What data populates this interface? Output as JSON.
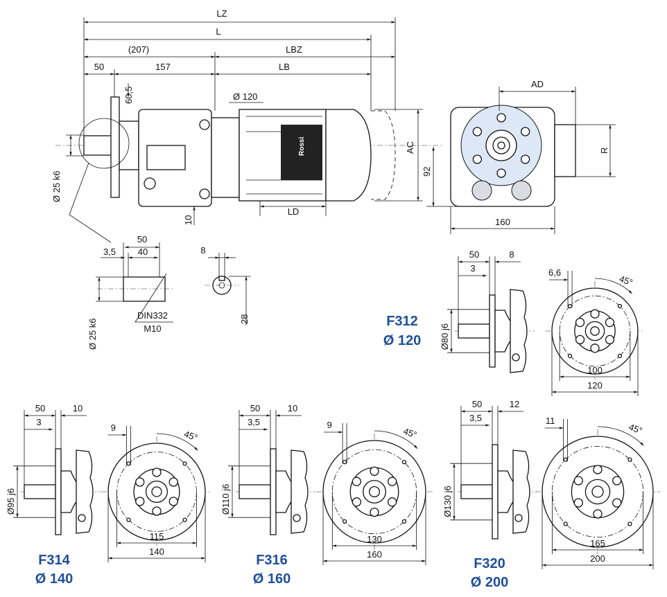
{
  "main_view": {
    "LZ": "LZ",
    "L": "L",
    "dim_207": "(207)",
    "LBZ": "LBZ",
    "dim_50": "50",
    "dim_157": "157",
    "LB": "LB",
    "dim_60_5": "60,5",
    "flange_dia": "Ø 120",
    "AC": "AC",
    "AD": "AD",
    "R": "R",
    "dim_92": "92",
    "shaft_dia": "Ø 25 k6",
    "dim_10": "10",
    "LD": "LD",
    "dim_160": "160",
    "brand": "Rossi"
  },
  "shaft_detail": {
    "dim_50": "50",
    "dim_3_5": "3,5",
    "dim_40": "40",
    "center_hole": "DIN332",
    "thread": "M10",
    "shaft_dia": "Ø 25 k6"
  },
  "key_view": {
    "dim_8": "8",
    "dim_28": "28"
  },
  "flanges": [
    {
      "name": "F312",
      "diameter": "Ø 120",
      "dim_50": "50",
      "thickness": "8",
      "offset": "3",
      "spigot": "Ø80 j6",
      "hole": "6,6",
      "angle": "45°",
      "pcd": "100",
      "outer": "120"
    },
    {
      "name": "F314",
      "diameter": "Ø 140",
      "dim_50": "50",
      "thickness": "10",
      "offset": "3",
      "spigot": "Ø95 j6",
      "hole": "9",
      "angle": "45°",
      "pcd": "115",
      "outer": "140"
    },
    {
      "name": "F316",
      "diameter": "Ø 160",
      "dim_50": "50",
      "thickness": "10",
      "offset": "3,5",
      "spigot": "Ø110 j6",
      "hole": "9",
      "angle": "45°",
      "pcd": "130",
      "outer": "160"
    },
    {
      "name": "F320",
      "diameter": "Ø 200",
      "dim_50": "50",
      "thickness": "12",
      "offset": "3,5",
      "spigot": "Ø130 j6",
      "hole": "11",
      "angle": "45°",
      "pcd": "165",
      "outer": "200"
    }
  ]
}
